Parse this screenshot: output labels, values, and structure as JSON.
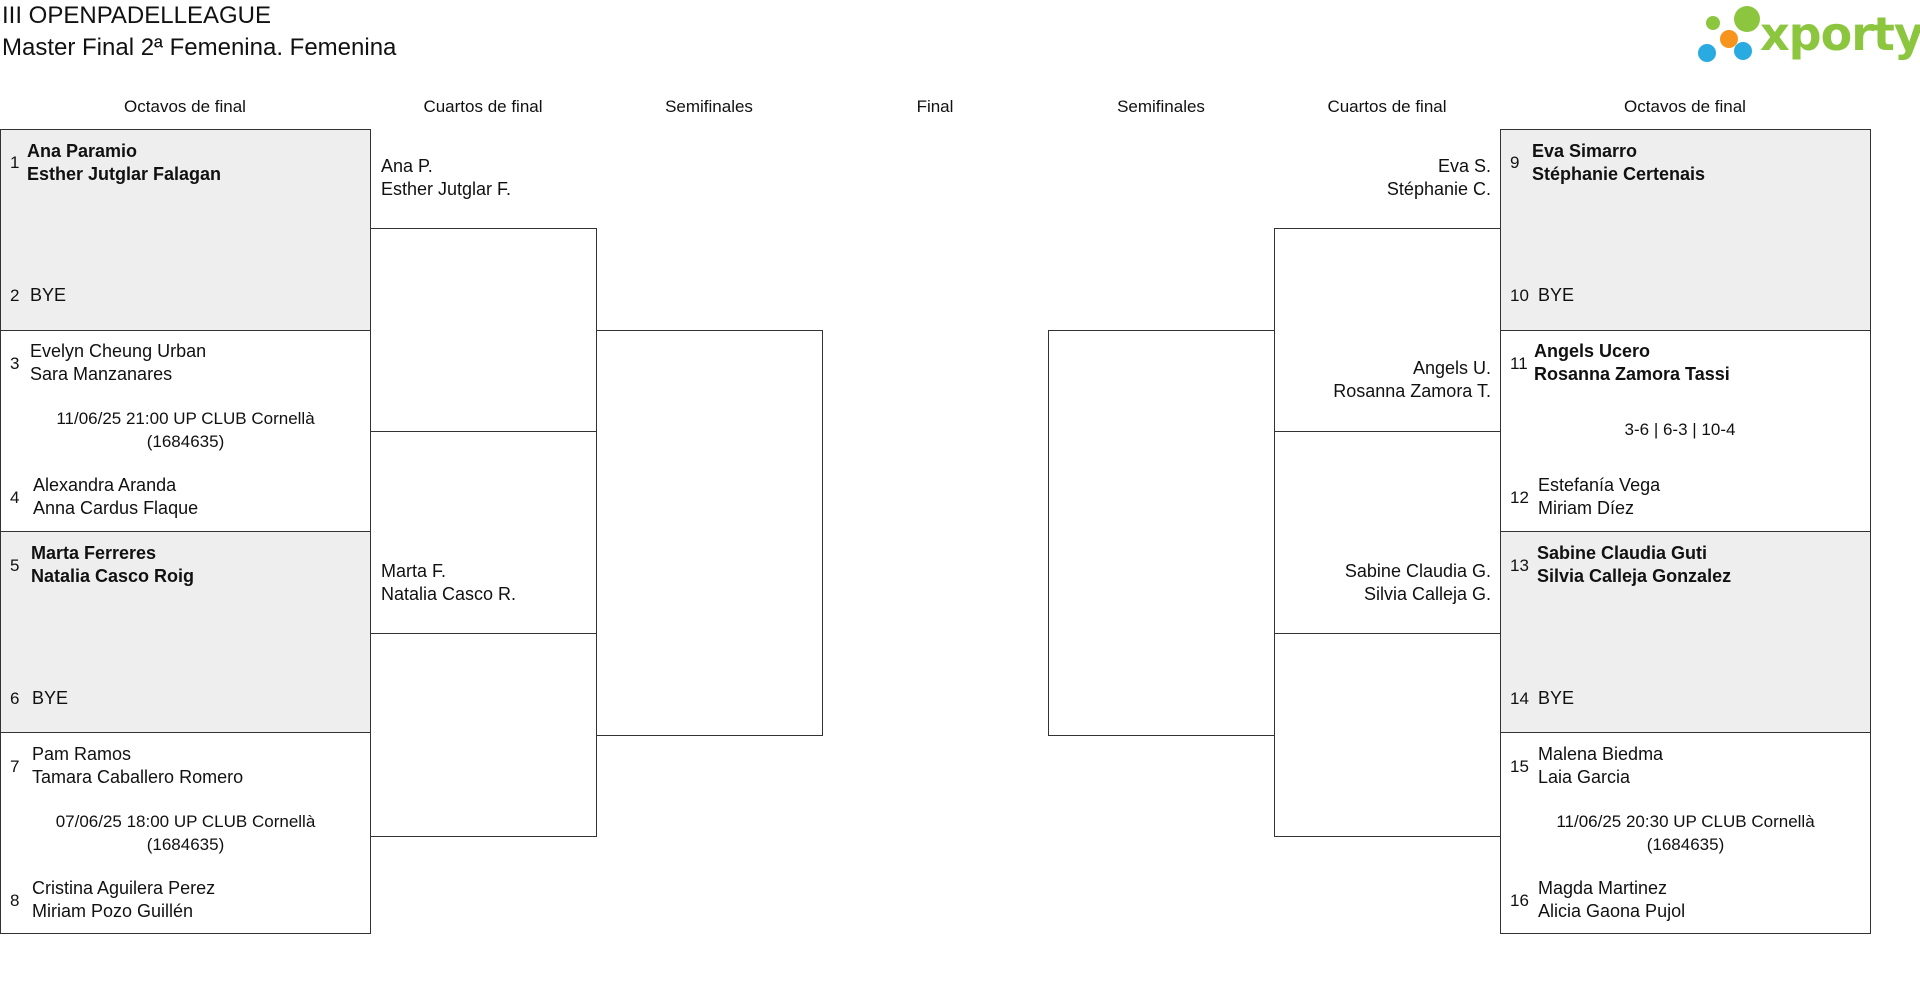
{
  "header": {
    "tournament": "III OPENPADELLEAGUE",
    "category": "Master Final 2ª Femenina. Femenina"
  },
  "logo": {
    "text": "xporty",
    "colors": [
      "#8cc63f",
      "#f7941d",
      "#29abe2"
    ]
  },
  "round_headers": [
    "Octavos de final",
    "Cuartos de final",
    "Semifinales",
    "Final",
    "Semifinales",
    "Cuartos de final",
    "Octavos de final"
  ],
  "left": {
    "matches": [
      {
        "top": {
          "seed": "1",
          "p1": "Ana Paramio",
          "p2": "Esther Jutglar Falagan",
          "winner": true
        },
        "bottom": {
          "seed": "2",
          "p1": "BYE",
          "p2": ""
        },
        "info": "",
        "info2": ""
      },
      {
        "top": {
          "seed": "3",
          "p1": "Evelyn Cheung Urban",
          "p2": "Sara Manzanares"
        },
        "bottom": {
          "seed": "4",
          "p1": "Alexandra Aranda",
          "p2": "Anna Cardus Flaque"
        },
        "info": "11/06/25 21:00 UP CLUB Cornellà",
        "info2": "(1684635)"
      },
      {
        "top": {
          "seed": "5",
          "p1": "Marta Ferreres",
          "p2": "Natalia Casco Roig",
          "winner": true
        },
        "bottom": {
          "seed": "6",
          "p1": "BYE",
          "p2": ""
        },
        "info": "",
        "info2": ""
      },
      {
        "top": {
          "seed": "7",
          "p1": "Pam Ramos",
          "p2": "Tamara Caballero Romero"
        },
        "bottom": {
          "seed": "8",
          "p1": "Cristina Aguilera Perez",
          "p2": "Miriam Pozo Guillén"
        },
        "info": "07/06/25 18:00 UP CLUB Cornellà",
        "info2": "(1684635)"
      }
    ],
    "quarters": [
      {
        "p1": "Ana P.",
        "p2": "Esther Jutglar F."
      },
      {
        "p1": "Marta F.",
        "p2": "Natalia Casco R."
      }
    ]
  },
  "right": {
    "matches": [
      {
        "top": {
          "seed": "9",
          "p1": "Eva Simarro",
          "p2": "Stéphanie Certenais",
          "winner": true
        },
        "bottom": {
          "seed": "10",
          "p1": "BYE",
          "p2": ""
        },
        "info": "",
        "info2": ""
      },
      {
        "top": {
          "seed": "11",
          "p1": "Angels Ucero",
          "p2": "Rosanna Zamora Tassi",
          "winner": true
        },
        "bottom": {
          "seed": "12",
          "p1": "Estefanía Vega",
          "p2": "Miriam Díez"
        },
        "info": "3-6 | 6-3 | 10-4",
        "info2": ""
      },
      {
        "top": {
          "seed": "13",
          "p1": "Sabine Claudia Guti",
          "p2": "Silvia Calleja Gonzalez",
          "winner": true
        },
        "bottom": {
          "seed": "14",
          "p1": "BYE",
          "p2": ""
        },
        "info": "",
        "info2": ""
      },
      {
        "top": {
          "seed": "15",
          "p1": "Malena Biedma",
          "p2": "Laia Garcia"
        },
        "bottom": {
          "seed": "16",
          "p1": "Magda Martinez",
          "p2": "Alicia Gaona Pujol"
        },
        "info": "11/06/25 20:30 UP CLUB Cornellà",
        "info2": "(1684635)"
      }
    ],
    "quarters": [
      {
        "p1": "Eva S.",
        "p2": "Stéphanie C."
      },
      {
        "p1": "Angels U.",
        "p2": "Rosanna Zamora T."
      },
      {
        "p1": "Sabine Claudia G.",
        "p2": "Silvia Calleja G."
      }
    ]
  }
}
